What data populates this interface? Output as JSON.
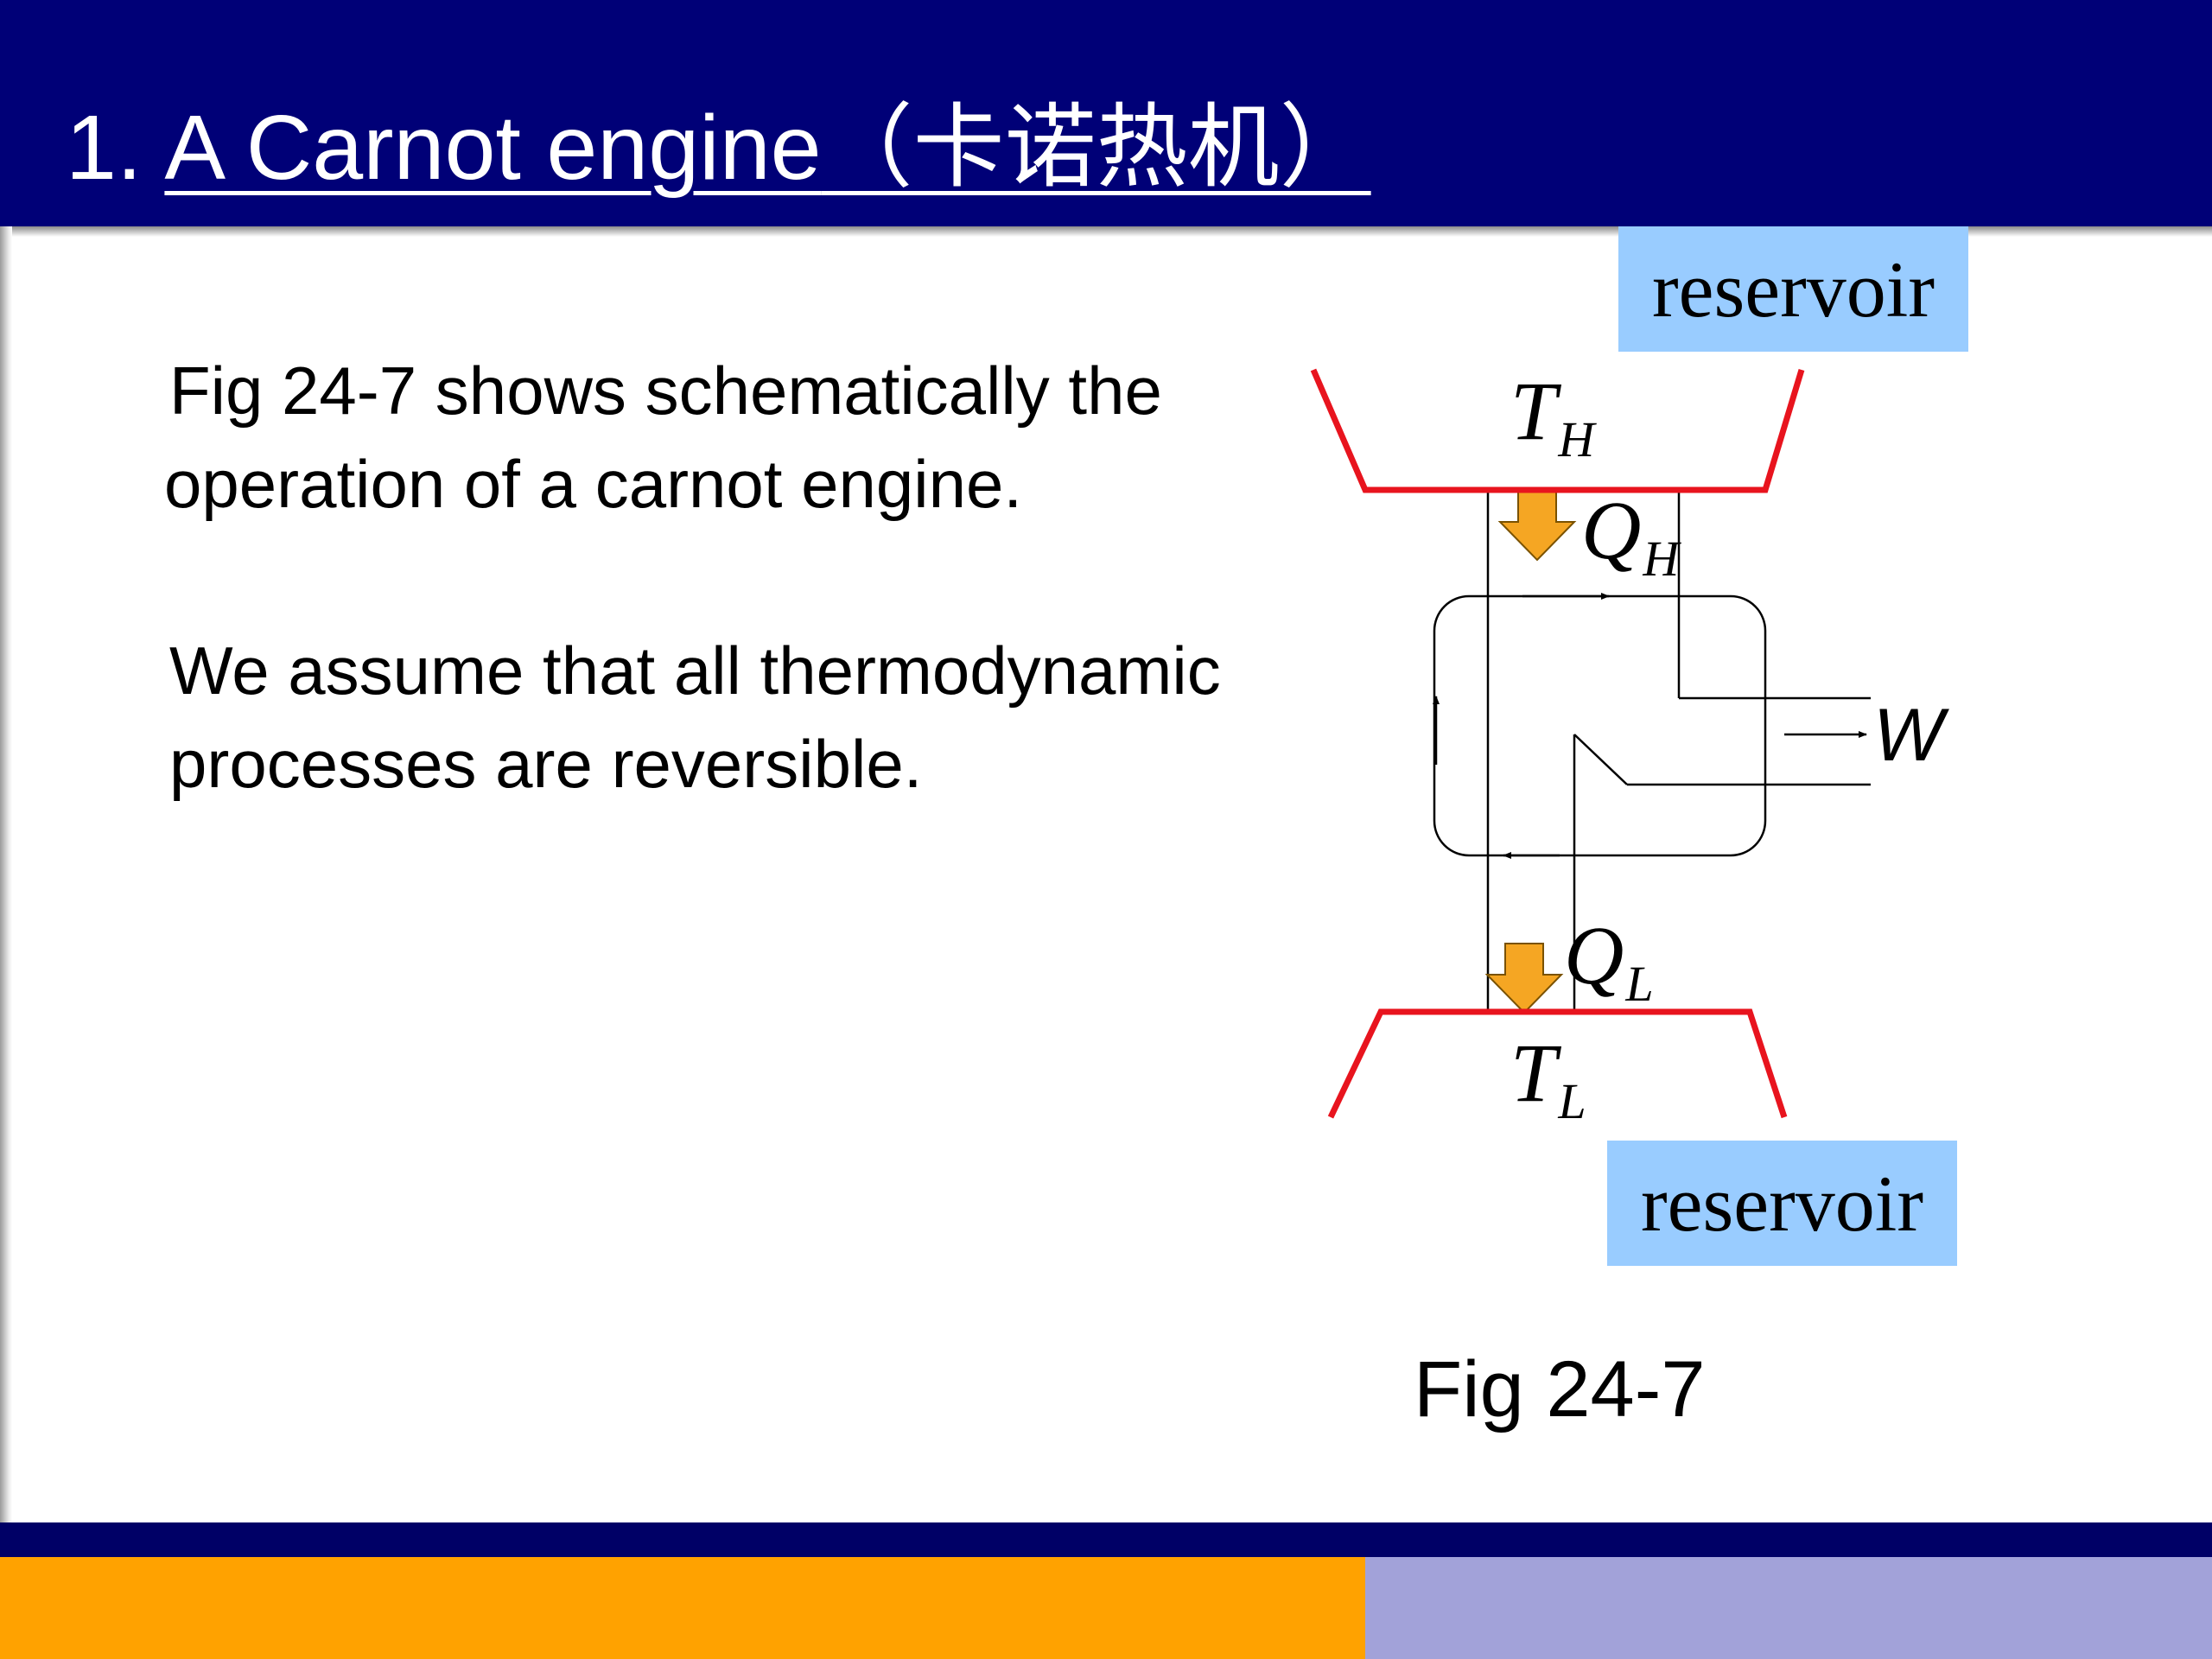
{
  "slide": {
    "title_number": "1.",
    "title_main": "A Carnot engine",
    "title_cn": "（卡诺热机）",
    "para1_line1": "Fig 24-7 shows schematically the",
    "para1_line2": "operation of a carnot engine.",
    "para2_line1": "We assume that all thermodynamic",
    "para2_line2": "processes are reversible."
  },
  "diagram": {
    "reservoir_top": "reservoir",
    "reservoir_bottom": "reservoir",
    "t_high": "T",
    "t_high_sub": "H",
    "q_high": "Q",
    "q_high_sub": "H",
    "q_low": "Q",
    "q_low_sub": "L",
    "t_low": "T",
    "t_low_sub": "L",
    "work": "W",
    "caption": "Fig 24-7",
    "colors": {
      "reservoir_line": "#e8141e",
      "heat_arrow": "#f5a623",
      "reservoir_box": "#99ccff"
    }
  },
  "theme": {
    "header_bg": "#000077",
    "footer_orange": "#ffa200",
    "footer_lavender": "#a2a2d9"
  }
}
